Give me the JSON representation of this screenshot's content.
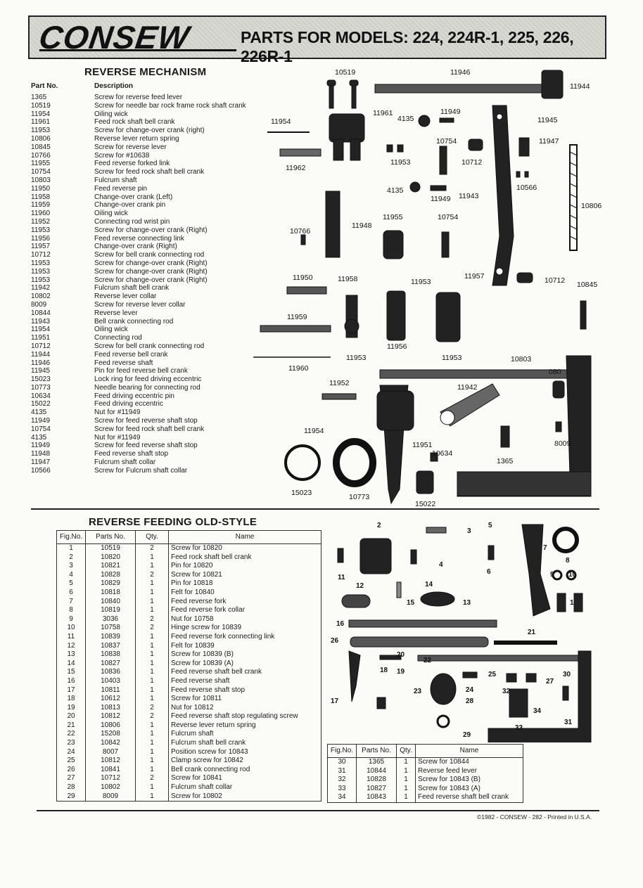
{
  "header": {
    "logo": "CONSEW",
    "models": "PARTS FOR MODELS: 224, 224R-1, 225, 226, 226R-1"
  },
  "reverse_mechanism": {
    "title": "REVERSE MECHANISM",
    "col_part": "Part No.",
    "col_desc": "Description",
    "parts": [
      {
        "no": "1365",
        "desc": "Screw for reverse feed lever"
      },
      {
        "no": "10519",
        "desc": "Screw for needle bar rock frame rock shaft crank"
      },
      {
        "no": "11954",
        "desc": "Oiling wick"
      },
      {
        "no": "11961",
        "desc": "Feed rock shaft bell crank"
      },
      {
        "no": "11953",
        "desc": "Screw for change-over crank (right)"
      },
      {
        "no": "10806",
        "desc": "Reverse lever return spring"
      },
      {
        "no": "10845",
        "desc": "Screw for reverse lever"
      },
      {
        "no": "10766",
        "desc": "Screw for #10638"
      },
      {
        "no": "11955",
        "desc": "Feed reverse forked link"
      },
      {
        "no": "10754",
        "desc": "Screw for feed rock shaft bell crank"
      },
      {
        "no": "10803",
        "desc": "Fulcrum shaft"
      },
      {
        "no": "11950",
        "desc": "Feed reverse pin"
      },
      {
        "no": "11958",
        "desc": "Change-over crank (Left)"
      },
      {
        "no": "11959",
        "desc": "Change-over crank pin"
      },
      {
        "no": "11960",
        "desc": "Oiling wick"
      },
      {
        "no": "11952",
        "desc": "Connecting rod wrist pin"
      },
      {
        "no": "11953",
        "desc": "Screw for change-over crank (Right)"
      },
      {
        "no": "11956",
        "desc": "Feed reverse connecting link"
      },
      {
        "no": "11957",
        "desc": "Change-over crank (Right)"
      },
      {
        "no": "10712",
        "desc": "Screw for bell crank connecting rod"
      },
      {
        "no": "11953",
        "desc": "Screw for change-over crank (Right)"
      },
      {
        "no": "11953",
        "desc": "Screw for change-over crank (Right)"
      },
      {
        "no": "11953",
        "desc": "Screw for change-over crank (Right)"
      },
      {
        "no": "11942",
        "desc": "Fulcrum shaft bell crank"
      },
      {
        "no": "10802",
        "desc": "Reverse lever collar"
      },
      {
        "no": "8009",
        "desc": "Screw for reverse lever collar"
      },
      {
        "no": "10844",
        "desc": "Reverse lever"
      },
      {
        "no": "11943",
        "desc": "Bell crank connecting rod"
      },
      {
        "no": "11954",
        "desc": "Oiling wick"
      },
      {
        "no": "11951",
        "desc": "Connecting rod"
      },
      {
        "no": "10712",
        "desc": "Screw for bell crank connecting rod"
      },
      {
        "no": "11944",
        "desc": "Feed reverse bell crank"
      },
      {
        "no": "11946",
        "desc": "Feed reverse shaft"
      },
      {
        "no": "11945",
        "desc": "Pin for feed reverse bell crank"
      },
      {
        "no": "15023",
        "desc": "Lock ring for feed driving eccentric"
      },
      {
        "no": "10773",
        "desc": "Needle bearing for connecting rod"
      },
      {
        "no": "10634",
        "desc": "Feed driving eccentric pin"
      },
      {
        "no": "15022",
        "desc": "Feed driving eccentric"
      },
      {
        "no": "4135",
        "desc": "Nut for #11949"
      },
      {
        "no": "11949",
        "desc": "Screw for feed reverse shaft stop"
      },
      {
        "no": "10754",
        "desc": "Screw for feed rock shaft bell crank"
      },
      {
        "no": "4135",
        "desc": "Nut for #11949"
      },
      {
        "no": "11949",
        "desc": "Screw for feed reverse shaft stop"
      },
      {
        "no": "11948",
        "desc": "Feed reverse shaft stop"
      },
      {
        "no": "11947",
        "desc": "Fulcrum shaft collar"
      },
      {
        "no": "10566",
        "desc": "Screw for Fulcrum shaft collar"
      }
    ],
    "callouts": [
      "10519",
      "11946",
      "11944",
      "11961",
      "11949",
      "4135",
      "11945",
      "11954",
      "10754",
      "11947",
      "11953",
      "10712",
      "11962",
      "4135",
      "11949",
      "11943",
      "10566",
      "10806",
      "11955",
      "10754",
      "11948",
      "10766",
      "11950",
      "11958",
      "11953",
      "11957",
      "10712",
      "10845",
      "11959",
      "11956",
      "11953",
      "11953",
      "10803",
      "11960",
      "080",
      "11952",
      "11942",
      "11954",
      "11951",
      "10634",
      "8009",
      "1365",
      "15023",
      "10773",
      "15022"
    ]
  },
  "old_style": {
    "title": "REVERSE FEEDING OLD-STYLE",
    "headers": {
      "fig": "Fig.No.",
      "parts": "Parts No.",
      "qty": "Qty.",
      "name": "Name"
    },
    "rows": [
      {
        "fig": "1",
        "no": "10519",
        "qty": "2",
        "name": "Screw for 10820"
      },
      {
        "fig": "2",
        "no": "10820",
        "qty": "1",
        "name": "Feed rock shaft bell crank"
      },
      {
        "fig": "3",
        "no": "10821",
        "qty": "1",
        "name": "Pin for 10820"
      },
      {
        "fig": "4",
        "no": "10828",
        "qty": "2",
        "name": "Screw for 10821"
      },
      {
        "fig": "5",
        "no": "10829",
        "qty": "1",
        "name": "Pin for 10818"
      },
      {
        "fig": "6",
        "no": "10818",
        "qty": "1",
        "name": "Felt for 10840"
      },
      {
        "fig": "7",
        "no": "10840",
        "qty": "1",
        "name": "Feed reverse fork"
      },
      {
        "fig": "8",
        "no": "10819",
        "qty": "1",
        "name": "Feed reverse fork collar"
      },
      {
        "fig": "9",
        "no": "3036",
        "qty": "2",
        "name": "Nut for 10758"
      },
      {
        "fig": "10",
        "no": "10758",
        "qty": "2",
        "name": "Hinge screw for 10839"
      },
      {
        "fig": "11",
        "no": "10839",
        "qty": "1",
        "name": "Feed reverse fork connecting link"
      },
      {
        "fig": "12",
        "no": "10837",
        "qty": "1",
        "name": "Felt for 10839"
      },
      {
        "fig": "13",
        "no": "10838",
        "qty": "1",
        "name": "Screw for 10839 (B)"
      },
      {
        "fig": "14",
        "no": "10827",
        "qty": "1",
        "name": "Screw for 10839 (A)"
      },
      {
        "fig": "15",
        "no": "10836",
        "qty": "1",
        "name": "Feed reverse shaft bell crank"
      },
      {
        "fig": "16",
        "no": "10403",
        "qty": "1",
        "name": "Feed reverse shaft"
      },
      {
        "fig": "17",
        "no": "10811",
        "qty": "1",
        "name": "Feed reverse shaft stop"
      },
      {
        "fig": "18",
        "no": "10612",
        "qty": "1",
        "name": "Screw for 10811"
      },
      {
        "fig": "19",
        "no": "10813",
        "qty": "2",
        "name": "Nut for 10812"
      },
      {
        "fig": "20",
        "no": "10812",
        "qty": "2",
        "name": "Feed reverse shaft stop regulating screw"
      },
      {
        "fig": "21",
        "no": "10806",
        "qty": "1",
        "name": "Reverse lever return spring"
      },
      {
        "fig": "22",
        "no": "15208",
        "qty": "1",
        "name": "Fulcrum shaft"
      },
      {
        "fig": "23",
        "no": "10842",
        "qty": "1",
        "name": "Fulcrum shaft bell crank"
      },
      {
        "fig": "24",
        "no": "8007",
        "qty": "1",
        "name": "Position screw for 10843"
      },
      {
        "fig": "25",
        "no": "10812",
        "qty": "1",
        "name": "Clamp screw for 10842"
      },
      {
        "fig": "26",
        "no": "10841",
        "qty": "1",
        "name": "Bell crank connecting rod"
      },
      {
        "fig": "27",
        "no": "10712",
        "qty": "2",
        "name": "Screw for 10841"
      },
      {
        "fig": "28",
        "no": "10802",
        "qty": "1",
        "name": "Fulcrum shaft collar"
      },
      {
        "fig": "29",
        "no": "8009",
        "qty": "1",
        "name": "Screw for 10802"
      }
    ],
    "rows2": [
      {
        "fig": "30",
        "no": "1365",
        "qty": "1",
        "name": "Screw for 10844"
      },
      {
        "fig": "31",
        "no": "10844",
        "qty": "1",
        "name": "Reverse feed lever"
      },
      {
        "fig": "32",
        "no": "10828",
        "qty": "1",
        "name": "Screw for 10843 (B)"
      },
      {
        "fig": "33",
        "no": "10827",
        "qty": "1",
        "name": "Screw for 10843 (A)"
      },
      {
        "fig": "34",
        "no": "10843",
        "qty": "1",
        "name": "Feed reverse shaft bell crank"
      }
    ],
    "fig_labels": [
      "2",
      "3",
      "5",
      "4",
      "6",
      "7",
      "8",
      "9",
      "10",
      "1",
      "11",
      "12",
      "15",
      "14",
      "13",
      "16",
      "21",
      "26",
      "20",
      "22",
      "18",
      "19",
      "25",
      "27",
      "30",
      "23",
      "24",
      "32",
      "17",
      "28",
      "34",
      "31",
      "33",
      "29"
    ]
  },
  "footer": {
    "copyright": "©1982 - CONSEW - 282 - Printed in U.S.A."
  }
}
